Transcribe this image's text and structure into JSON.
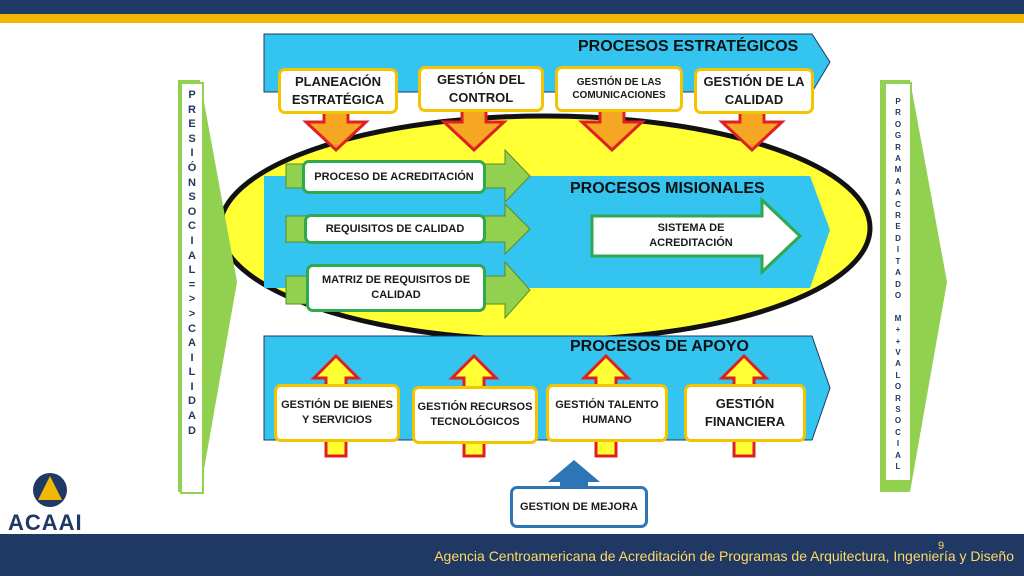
{
  "strategic": {
    "title": "PROCESOS ESTRATÉGICOS",
    "boxes": [
      "PLANEACIÓN ESTRATÉGICA",
      "GESTIÓN DEL CONTROL",
      "GESTIÓN DE LAS COMUNICACIONES",
      "GESTIÓN DE LA CALIDAD"
    ]
  },
  "missional": {
    "title": "PROCESOS MISIONALES",
    "boxes": [
      "PROCESO DE ACREDITACIÓN",
      "REQUISITOS DE CALIDAD",
      "MATRIZ DE REQUISITOS DE CALIDAD"
    ],
    "system": "SISTEMA DE ACREDITACIÓN"
  },
  "support": {
    "title": "PROCESOS DE APOYO",
    "boxes": [
      "GESTIÓN DE BIENES Y SERVICIOS",
      "GESTIÓN RECURSOS TECNOLÓGICOS",
      "GESTIÓN TALENTO HUMANO",
      "GESTIÓN FINANCIERA"
    ]
  },
  "improvement": "GESTION DE MEJORA",
  "left_vertical": [
    "P",
    "R",
    "E",
    "S",
    "I",
    "Ó",
    "N",
    "S",
    "O",
    "C",
    "I",
    "A",
    "L",
    "=",
    ">",
    ">",
    "C",
    "A",
    "I",
    "L",
    "I",
    "D",
    "A",
    "D"
  ],
  "right_vertical": [
    "P",
    "R",
    "O",
    "G",
    "R",
    "A",
    "M",
    "A",
    "A",
    "C",
    "R",
    "E",
    "D",
    "I",
    "T",
    "A",
    "D",
    "O",
    "",
    "M",
    "+",
    "+",
    "V",
    "A",
    "L",
    "O",
    "R",
    "S",
    "O",
    "C",
    "I",
    "A",
    "L"
  ],
  "logo_text": "ACAAI",
  "footer": "Agencia Centroamericana de Acreditación de Programas de Arquitectura, Ingeniería y Diseño",
  "page_number": "9",
  "colors": {
    "navy": "#1f3864",
    "gold": "#f2b705",
    "cyan": "#33c4f0",
    "yellow": "#ffff33",
    "green": "#92d050",
    "red": "#e02020"
  }
}
